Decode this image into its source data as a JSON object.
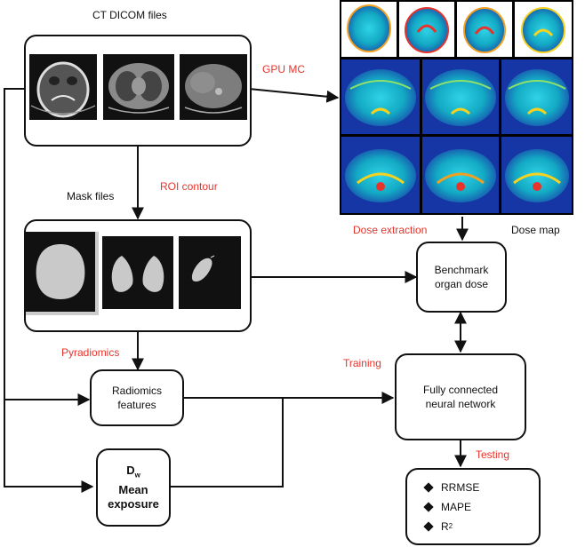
{
  "labels": {
    "ct_dicom": "CT DICOM files",
    "gpu_mc": "GPU MC",
    "roi_contour": "ROI contour",
    "mask_files": "Mask files",
    "dose_extraction": "Dose extraction",
    "dose_map": "Dose map",
    "pyradiomics": "Pyradiomics",
    "training": "Training",
    "testing": "Testing"
  },
  "boxes": {
    "benchmark_line1": "Benchmark",
    "benchmark_line2": "organ dose",
    "radiomics_line1": "Radiomics",
    "radiomics_line2": "features",
    "fcnn_line1": "Fully connected",
    "fcnn_line2": "neural network",
    "dw_main": "D",
    "dw_sub": "w",
    "dw_line2": "Mean",
    "dw_line3": "exposure"
  },
  "metrics": {
    "rrmse": "RRMSE",
    "mape": "MAPE",
    "r2_base": "R",
    "r2_sup": "2"
  },
  "colors": {
    "red_label": "#e8332b",
    "box_border": "#111111",
    "dose_map_base": "#1fb5c9"
  }
}
